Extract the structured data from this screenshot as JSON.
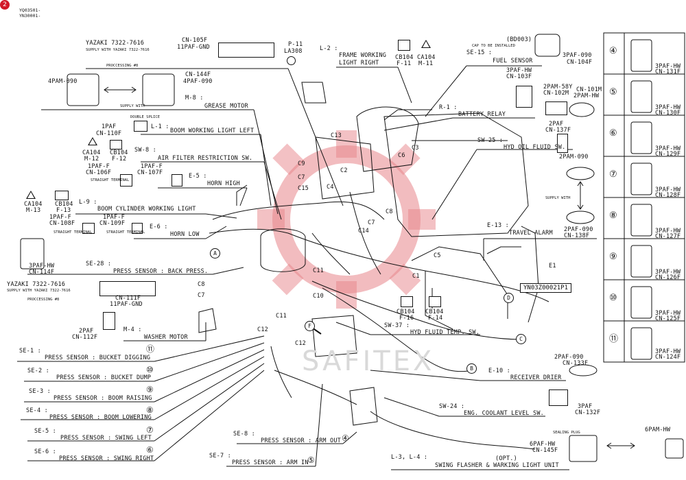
{
  "header": {
    "badge": "2",
    "code1": "YQ03501-",
    "code2": "YN30001-"
  },
  "connectors": {
    "yazaki_top": "YAZAKI 7322-7616",
    "yazaki_top_sub": "SUPPLY WITH YAZAKI 7322-7616",
    "processing_top": "PROCCESSING #8",
    "cn105f": "CN-105F",
    "paf11_gnd_top": "11PAF-GND",
    "p11": "P-11",
    "la308": "LA308",
    "pam4_090": "4PAM-090",
    "cn144f": "CN-144F",
    "paf4_090": "4PAF-090",
    "supply_with": "SUPPLY WITH",
    "double_splice": "DOUBLE SPLICE",
    "paf1_a": "1PAF",
    "cn110f": "CN-110F",
    "ca104_a": "CA104",
    "m12": "M-12",
    "cb104_a": "CB104",
    "f12": "F-12",
    "paf1_f_a": "1PAF-F",
    "cn106f": "CN-106F",
    "paf1_f_b": "1PAF-F",
    "cn107f": "CN-107F",
    "straight_terminal": "STRAIGHT TERMINAL",
    "ca104_b": "CA104",
    "m13": "M-13",
    "cb104_b": "CB104",
    "f13": "F-13",
    "paf1_f_c": "1PAF-F",
    "cn108f": "CN-108F",
    "paf1_f_d": "1PAF-F",
    "cn109f": "CN-109F",
    "paf3_hw": "3PAF-HW",
    "cn114f": "CN-114F",
    "yazaki_mid": "YAZAKI 7322-7616",
    "yazaki_mid_sub": "SUPPLY WITH YAZAKI 7322-7616",
    "processing_mid": "PROCCESSING #8",
    "cn111f": "CN-111F",
    "paf11_gnd_mid": "11PAF-GND",
    "paf2": "2PAF",
    "cn112f": "CN-112F",
    "cb104_l2": "CB104",
    "f11": "F-11",
    "ca104_l2": "CA104",
    "m11": "M-11",
    "bd003": "(BD003)",
    "cap_install": "CAP TO BE INSTALLED",
    "paf3_090_fuel": "3PAF-090",
    "cn104f": "CN-104F",
    "paf3_hw_fuel": "3PAF-HW",
    "cn103f": "CN-103F",
    "pam2_58y": "2PAM-58Y",
    "cn102m": "CN-102M",
    "cn101m": "CN-101M",
    "pam2_hw": "2PAM-HW",
    "paf2_batt": "2PAF",
    "cn137f": "CN-137F",
    "pam2_090": "2PAM-090",
    "supply_with_right": "SUPPLY WITH",
    "paf2_090_138": "2PAF-090",
    "cn138f": "CN-138F",
    "cb104_temp": "CB104",
    "f16": "F-16",
    "cb104_temp2": "CB104",
    "f14": "F-14",
    "paf2_090_133": "2PAF-090",
    "cn133f": "CN-133F",
    "paf3_132": "3PAF",
    "cn132f": "CN-132F",
    "sealing_plug": "SEALING PLUG",
    "paf6_hw": "6PAF-HW",
    "cn145f": "CN-145F",
    "pam6_hw": "6PAM-HW",
    "e1": "E1",
    "part_ref": "YN03Z00021P1"
  },
  "labels": {
    "l2_id": "L-2 :",
    "l2_name": "FRAME WORKING",
    "l2_name2": "LIGHT RIGHT",
    "se15_id": "SE-15 :",
    "se15_name": "FUEL SENSOR",
    "m8_id": "M-8 :",
    "m8_name": "GREASE MOTOR",
    "r1_id": "R-1 :",
    "r1_name": "BATTERY RELAY",
    "l1_id": "L-1 :",
    "l1_name": "BOOM WORKING LIGHT LEFT",
    "sw8_id": "SW-8 :",
    "sw8_name": "AIR FILTER RESTRICTION SW.",
    "sw25_id": "SW-25 :",
    "sw25_name": "HYD OIL FLUID SW.",
    "e5_id": "E-5 :",
    "e5_name": "HORN HIGH",
    "l9_id": "L-9 :",
    "l9_name": "BOOM CYLINDER WORKING LIGHT",
    "e6_id": "E-6 :",
    "e6_name": "HORN LOW",
    "e13_id": "E-13 :",
    "e13_name": "TRAVEL ALARM",
    "se28_id": "SE-28 :",
    "se28_name": "PRESS SENSOR : BACK PRESS.",
    "m4_id": "M-4 :",
    "m4_name": "WASHER MOTOR",
    "sw37_id": "SW-37 :",
    "sw37_name": "HYD FLUID TEMP. SW.",
    "se1_id": "SE-1 :",
    "se1_name": "PRESS SENSOR : BUCKET DIGGING",
    "se1_num": "⑪",
    "se2_id": "SE-2 :",
    "se2_name": "PRESS SENSOR : BUCKET DUMP",
    "se2_num": "⑩",
    "se3_id": "SE-3 :",
    "se3_name": "PRESS SENSOR : BOOM RAISING",
    "se3_num": "⑨",
    "se4_id": "SE-4 :",
    "se4_name": "PRESS SENSOR : BOOM LOWERING",
    "se4_num": "⑧",
    "se5_id": "SE-5 :",
    "se5_name": "PRESS SENSOR : SWING LEFT",
    "se5_num": "⑦",
    "se6_id": "SE-6 :",
    "se6_name": "PRESS SENSOR : SWING RIGHT",
    "se6_num": "⑥",
    "se8_id": "SE-8 :",
    "se8_name": "PRESS SENSOR : ARM OUT",
    "se8_num": "④",
    "se7_id": "SE-7 :",
    "se7_name": "PRESS SENSOR : ARM IN",
    "se7_num": "⑤",
    "e10_id": "E-10 :",
    "e10_name": "RECEIVER DRIER",
    "sw24_id": "SW-24 :",
    "sw24_name": "ENG. COOLANT LEVEL SW.",
    "l34_id": "L-3, L-4 :",
    "l34_opt": "(OPT.)",
    "l34_name": "SWING FLASHER & WARKING LIGHT UNIT"
  },
  "callouts": {
    "c1": "C1",
    "c2": "C2",
    "c3": "C3",
    "c4": "C4",
    "c5": "C5",
    "c6": "C6",
    "c7": "C7",
    "c7b": "C7",
    "c8": "C8",
    "c8b": "C8",
    "c9": "C9",
    "c10": "C10",
    "c11": "C11",
    "c11b": "C11",
    "c12": "C12",
    "c12b": "C12",
    "c13": "C13",
    "c14": "C14",
    "c15": "C15",
    "a": "A",
    "b": "B",
    "c": "C",
    "d": "D",
    "f": "F"
  },
  "right_panel": [
    {
      "num": "④",
      "conn": "3PAF-HW",
      "cn": "CN-131F"
    },
    {
      "num": "⑤",
      "conn": "3PAF-HW",
      "cn": "CN-130F"
    },
    {
      "num": "⑥",
      "conn": "3PAF-HW",
      "cn": "CN-129F"
    },
    {
      "num": "⑦",
      "conn": "3PAF-HW",
      "cn": "CN-128F"
    },
    {
      "num": "⑧",
      "conn": "3PAF-HW",
      "cn": "CN-127F"
    },
    {
      "num": "⑨",
      "conn": "3PAF-HW",
      "cn": "CN-126F"
    },
    {
      "num": "⑩",
      "conn": "3PAF-HW",
      "cn": "CN-125F"
    },
    {
      "num": "⑪",
      "conn": "3PAF-HW",
      "cn": "CN-124F"
    }
  ],
  "watermark": "SAFITEX",
  "colors": {
    "ink": "#111111",
    "badge": "#d21a2a",
    "watermark": "#e8858a"
  }
}
